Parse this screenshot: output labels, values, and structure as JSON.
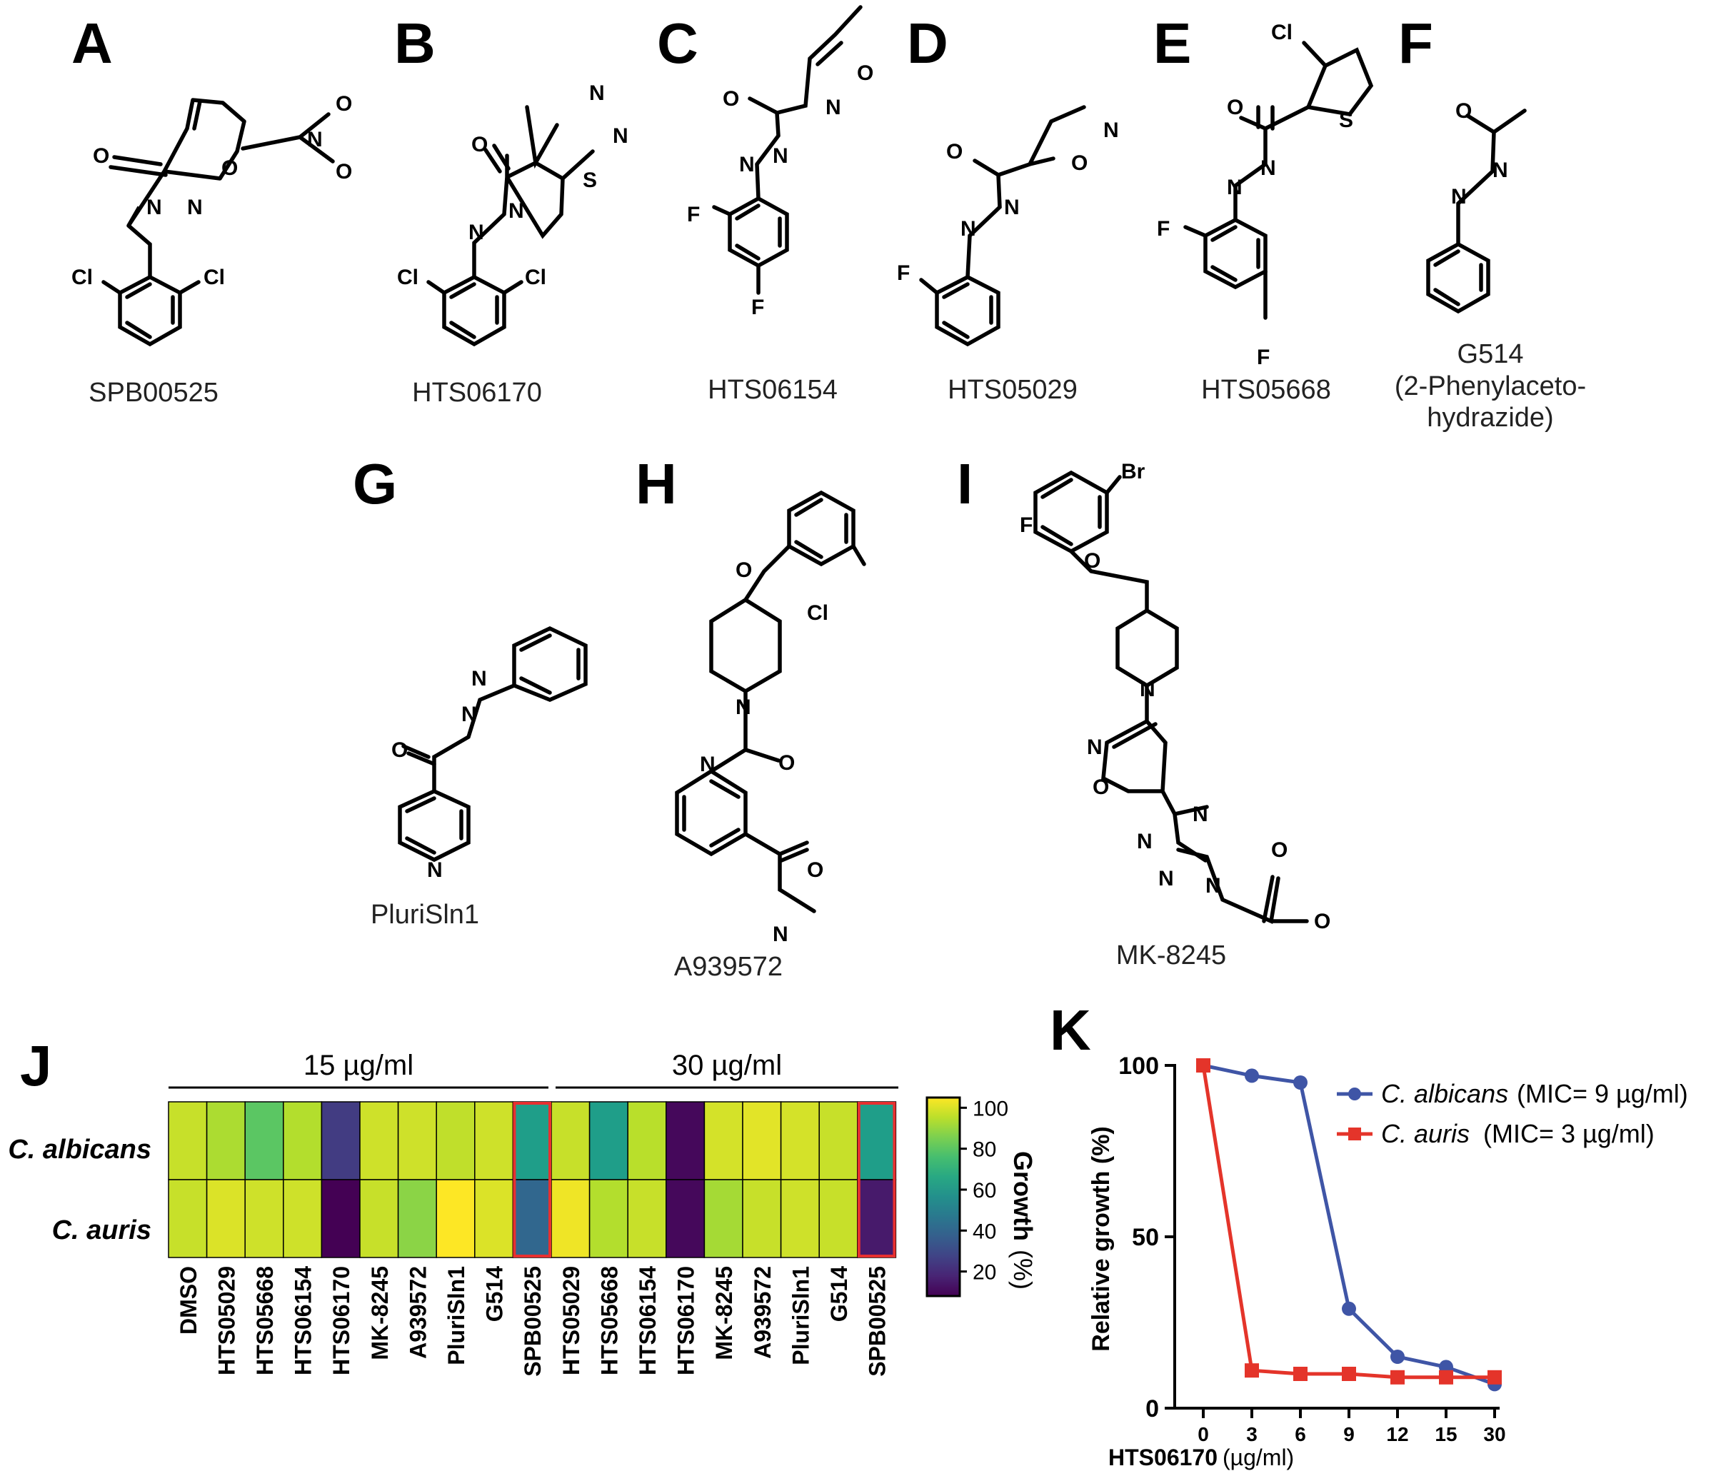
{
  "panels": {
    "A": {
      "label": "A",
      "compound": "SPB00525"
    },
    "B": {
      "label": "B",
      "compound": "HTS06170"
    },
    "C": {
      "label": "C",
      "compound": "HTS06154"
    },
    "D": {
      "label": "D",
      "compound": "HTS05029"
    },
    "E": {
      "label": "E",
      "compound": "HTS05668"
    },
    "F": {
      "label": "F",
      "compound": "G514",
      "compound_line2": "(2-Phenylaceto-",
      "compound_line3": "hydrazide)"
    },
    "G": {
      "label": "G",
      "compound": "PluriSln1"
    },
    "H": {
      "label": "H",
      "compound": "A939572"
    },
    "I": {
      "label": "I",
      "compound": "MK-8245"
    },
    "J": {
      "label": "J"
    },
    "K": {
      "label": "K"
    }
  },
  "atoms": {
    "O": "O",
    "N": "N",
    "S": "S",
    "F": "F",
    "Cl": "Cl",
    "Br": "Br"
  },
  "chart_data": [
    {
      "type": "heatmap",
      "panel": "J",
      "group_labels": [
        "15 µg/ml",
        "30 µg/ml"
      ],
      "rows": [
        "C. albicans",
        "C. auris"
      ],
      "columns": [
        "DMSO",
        "HTS05029",
        "HTS05668",
        "HTS06154",
        "HTS06170",
        "MK-8245",
        "A939572",
        "PluriSln1",
        "G514",
        "SPB00525",
        "HTS05029",
        "HTS05668",
        "HTS06154",
        "HTS06170",
        "MK-8245",
        "A939572",
        "PluriSln1",
        "G514",
        "SPB00525"
      ],
      "values": [
        [
          97,
          93,
          80,
          94,
          25,
          98,
          98,
          96,
          98,
          62,
          97,
          62,
          95,
          10,
          99,
          101,
          99,
          97,
          62
        ],
        [
          97,
          100,
          98,
          98,
          8,
          97,
          88,
          105,
          100,
          40,
          103,
          94,
          97,
          10,
          92,
          97,
          98,
          97,
          15
        ]
      ],
      "highlighted_columns": [
        "SPB00525"
      ],
      "highlight_color": "#e83030",
      "colorbar": {
        "label": "Growth",
        "unit": "(%)",
        "ticks": [
          20,
          40,
          60,
          80,
          100
        ],
        "range": [
          8,
          105
        ],
        "colormap": "viridis"
      }
    },
    {
      "type": "line",
      "panel": "K",
      "xlabel": "HTS06170",
      "xlabel_unit": "(µg/ml)",
      "ylabel": "Relative growth (%)",
      "categories": [
        "0",
        "3",
        "6",
        "9",
        "12",
        "15",
        "30"
      ],
      "yticks": [
        0,
        50,
        100
      ],
      "ylim": [
        0,
        100
      ],
      "legend_position": "top-right",
      "series": [
        {
          "name": "C. albicans",
          "legend_suffix": "(MIC= 9 µg/ml)",
          "color": "#3f55a6",
          "marker": "circle",
          "values": [
            100,
            97,
            95,
            29,
            15,
            12,
            7
          ]
        },
        {
          "name": "C. auris",
          "legend_suffix": "(MIC= 3 µg/ml)",
          "color": "#e4342a",
          "marker": "square",
          "values": [
            100,
            11,
            10,
            10,
            9,
            9,
            9
          ]
        }
      ]
    }
  ]
}
